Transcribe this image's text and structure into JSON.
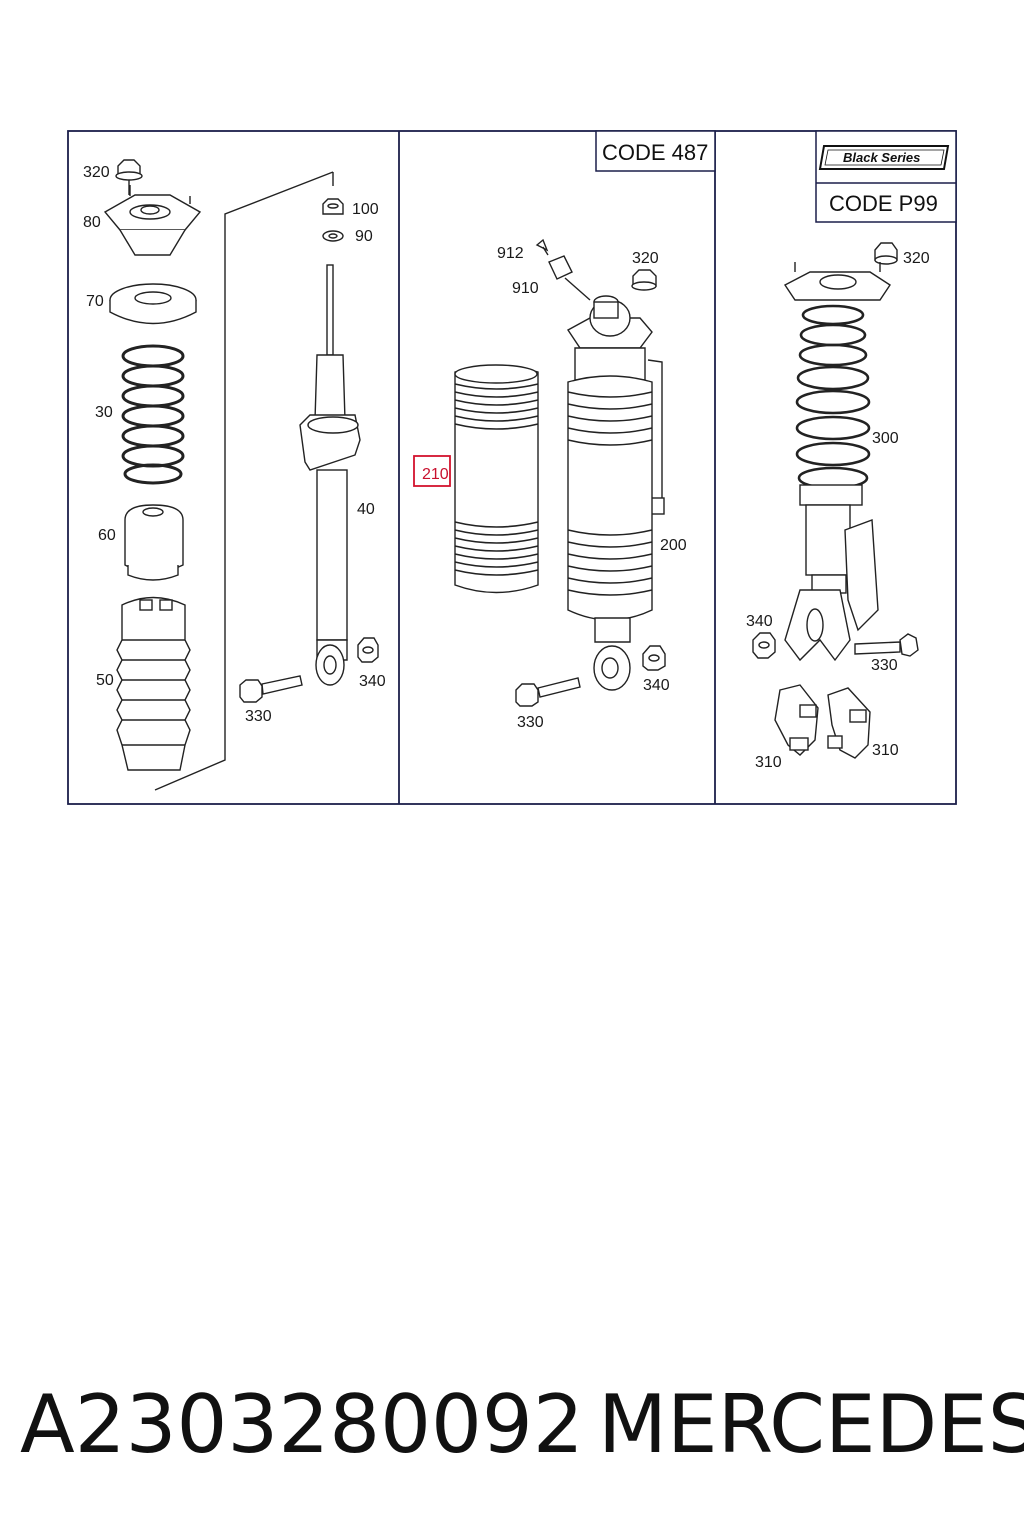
{
  "diagram": {
    "panel_codes": {
      "code_487": "CODE 487",
      "code_p99": "CODE P99",
      "black_series": "Black Series"
    },
    "left_panel": {
      "labels": {
        "p320": "320",
        "p80": "80",
        "p70": "70",
        "p30": "30",
        "p60": "60",
        "p50": "50",
        "p100": "100",
        "p90": "90",
        "p40": "40",
        "p330": "330",
        "p340": "340"
      }
    },
    "middle_panel": {
      "labels": {
        "p912": "912",
        "p910": "910",
        "p320": "320",
        "p210": "210",
        "p200": "200",
        "p340": "340",
        "p330": "330"
      },
      "highlighted_part": "210"
    },
    "right_panel": {
      "labels": {
        "p320": "320",
        "p300": "300",
        "p340": "340",
        "p330": "330",
        "p310a": "310",
        "p310b": "310"
      }
    },
    "colors": {
      "frame": "#1b1f4a",
      "highlight": "#d3122e",
      "line": "#222222"
    }
  },
  "footer": {
    "part_number": "A2303280092",
    "brand": "MERCEDES"
  }
}
